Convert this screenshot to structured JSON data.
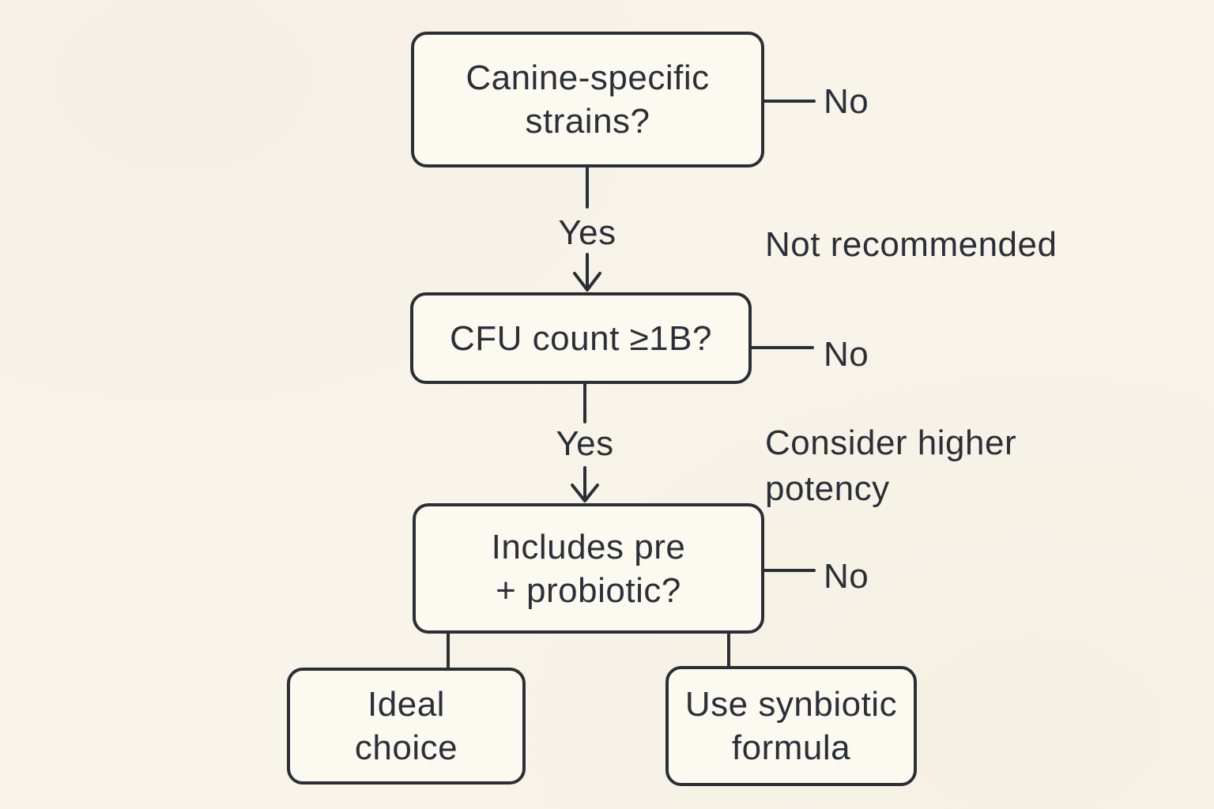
{
  "page": {
    "background_color": "#f8f4ea",
    "node_fill_color": "#fcf9f1",
    "line_color": "#2a2f36",
    "text_color": "#2b3038"
  },
  "flowchart": {
    "nodes": [
      {
        "id": "canine-specific-strains",
        "kind": "decision",
        "label": "Canine-specific\nstrains?"
      },
      {
        "id": "cfu-count",
        "kind": "decision",
        "label": "CFU count ≥1B?"
      },
      {
        "id": "includes-pre-probiotic",
        "kind": "decision",
        "label": "Includes pre\n+ probiotic?"
      },
      {
        "id": "ideal-choice",
        "kind": "outcome",
        "label": "Ideal\nchoice"
      },
      {
        "id": "use-synbiotic-formula",
        "kind": "outcome",
        "label": "Use synbiotic\nformula"
      }
    ],
    "edge_labels": {
      "q1_yes": "Yes",
      "q1_no": "No",
      "q1_no_note": "Not recommended",
      "q2_yes": "Yes",
      "q2_no": "No",
      "q2_no_note": "Consider higher\npotency",
      "q3_no": "No"
    }
  }
}
